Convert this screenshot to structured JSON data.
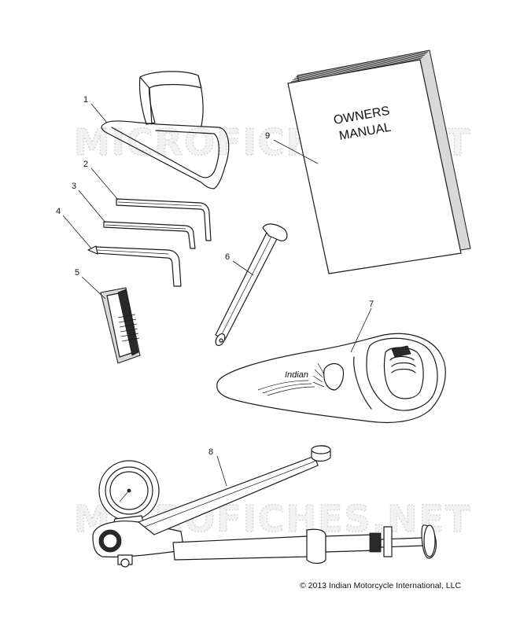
{
  "watermark": {
    "text": "MICROFICHES.NET"
  },
  "manual": {
    "line1": "OWNERS",
    "line2": "MANUAL"
  },
  "callouts": [
    "1",
    "2",
    "3",
    "4",
    "5",
    "6",
    "7",
    "8",
    "9"
  ],
  "copyright": {
    "text": "© 2013 Indian Motorcycle International, LLC"
  },
  "logo": {
    "text": "Indian"
  }
}
